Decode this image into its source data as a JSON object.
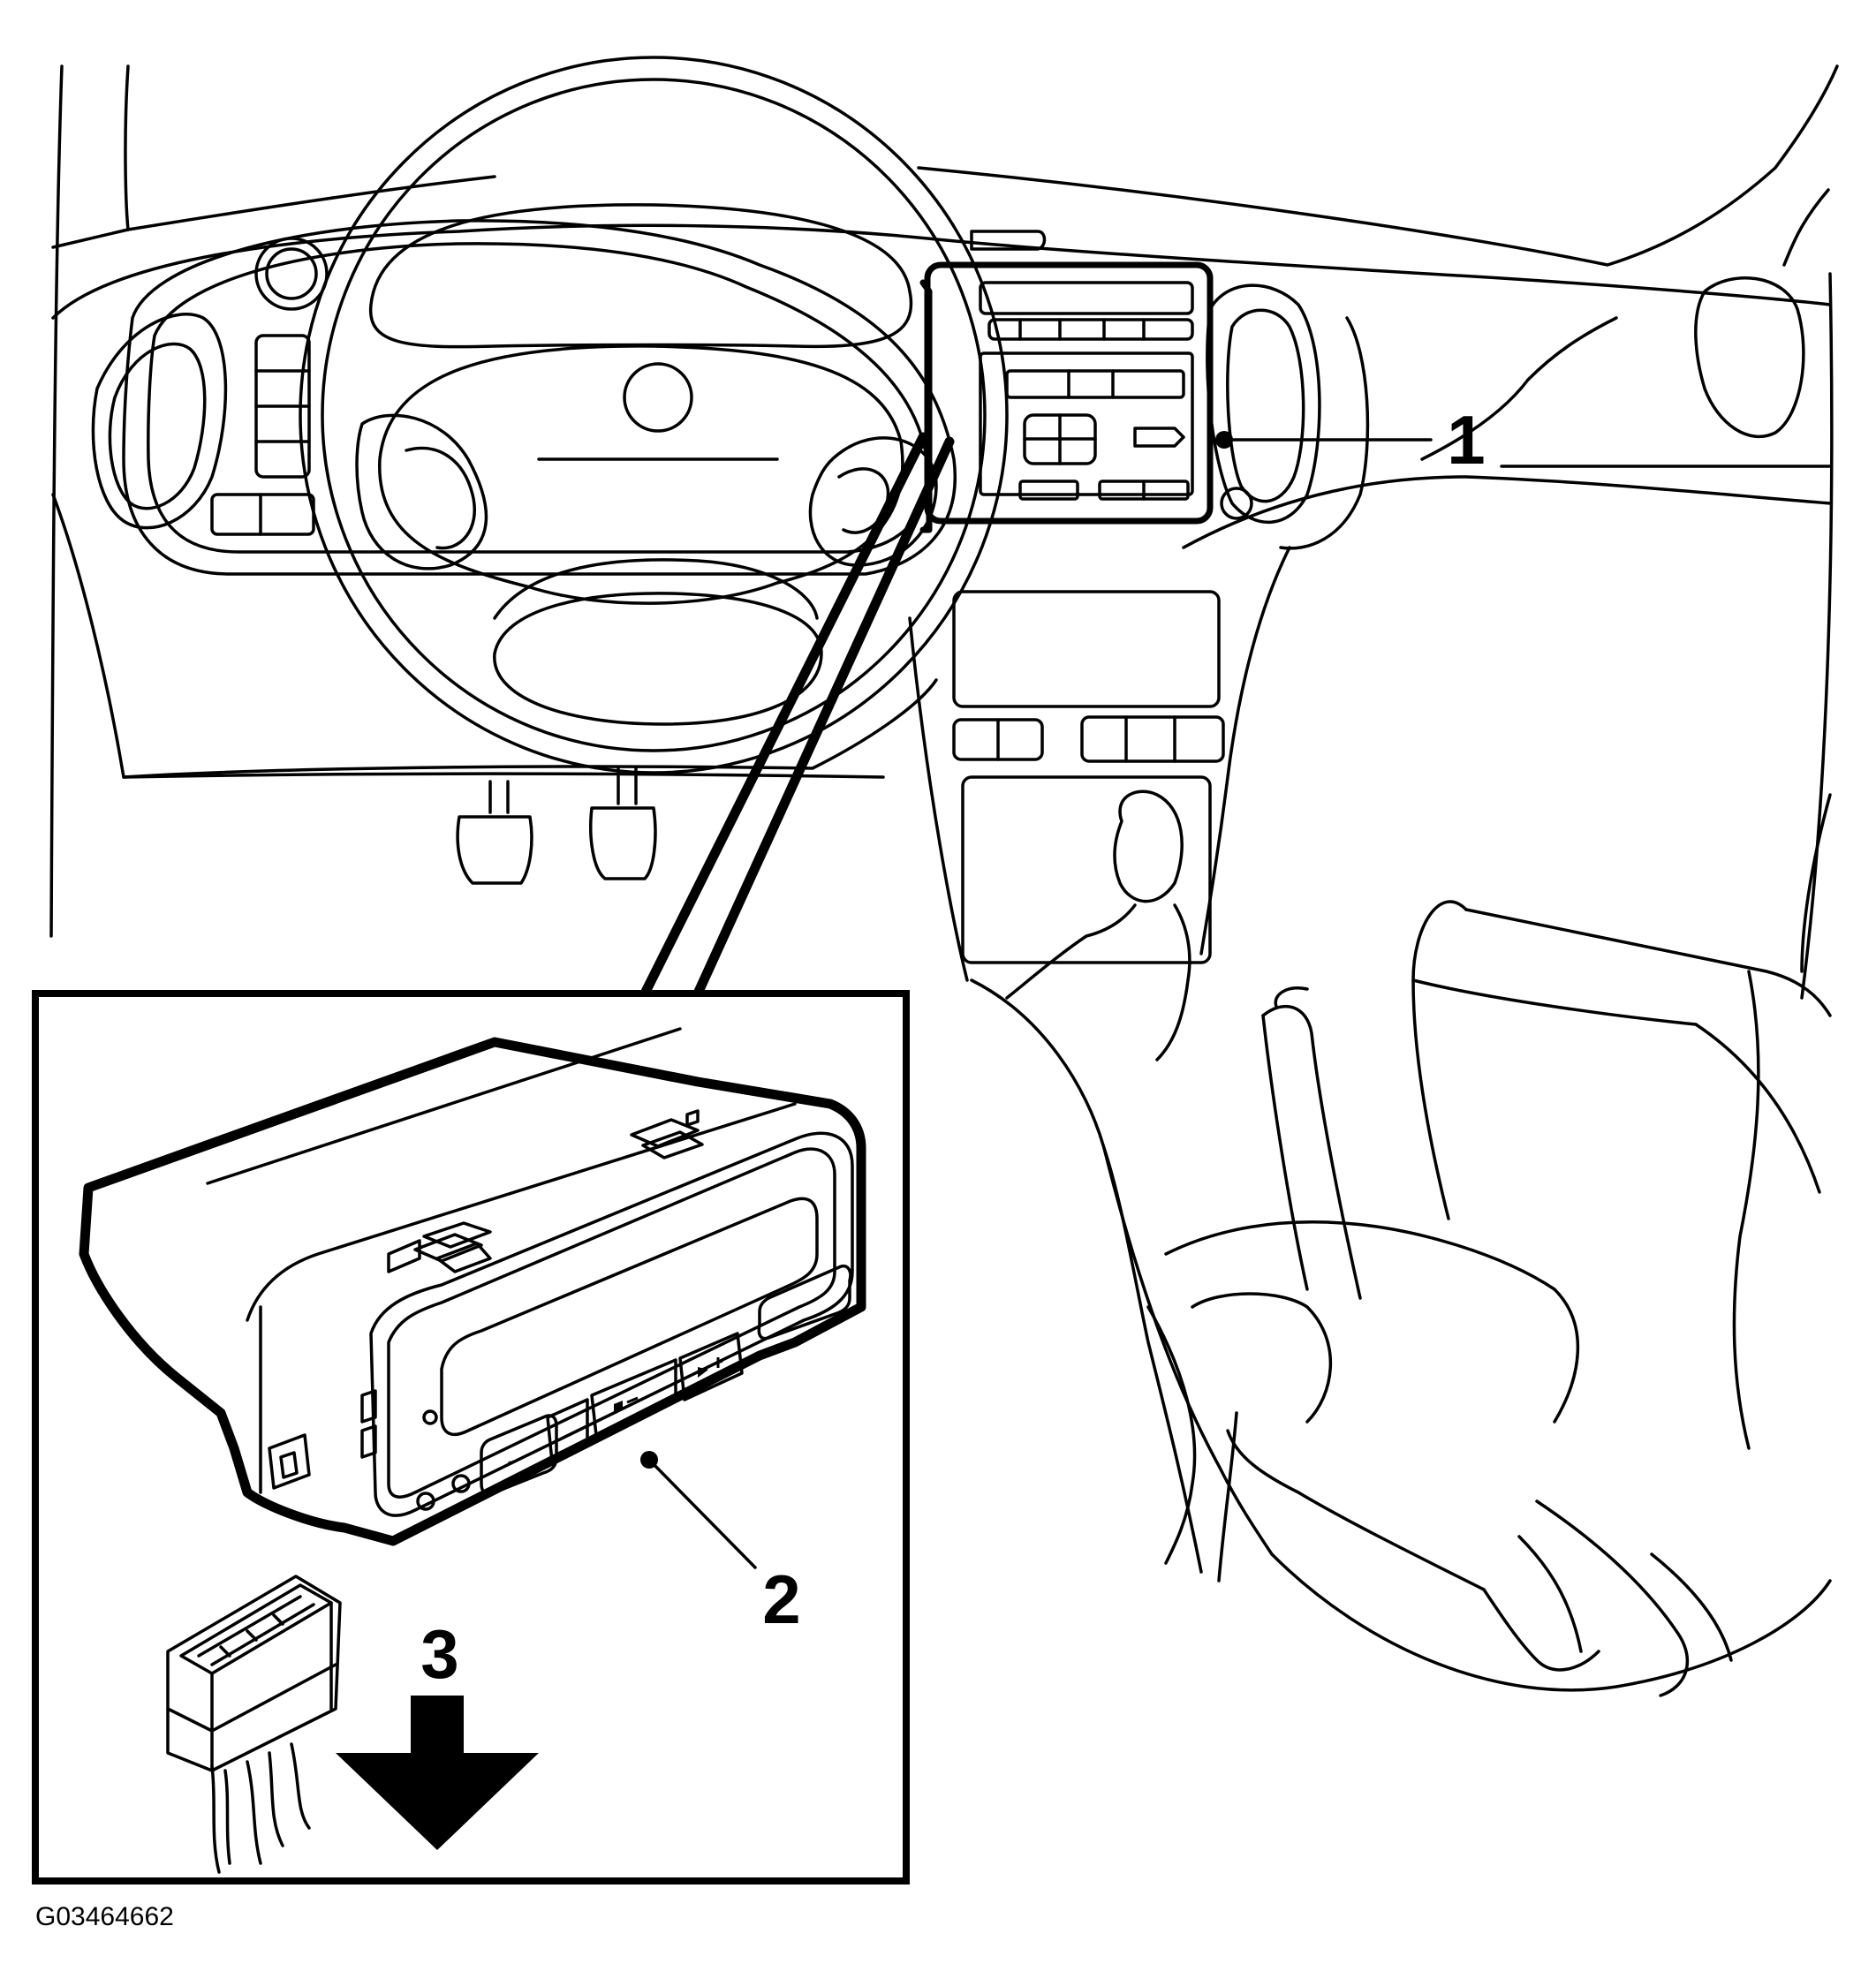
{
  "callouts": {
    "one": "1",
    "two": "2",
    "three": "3"
  },
  "figure_id": "G03464662"
}
